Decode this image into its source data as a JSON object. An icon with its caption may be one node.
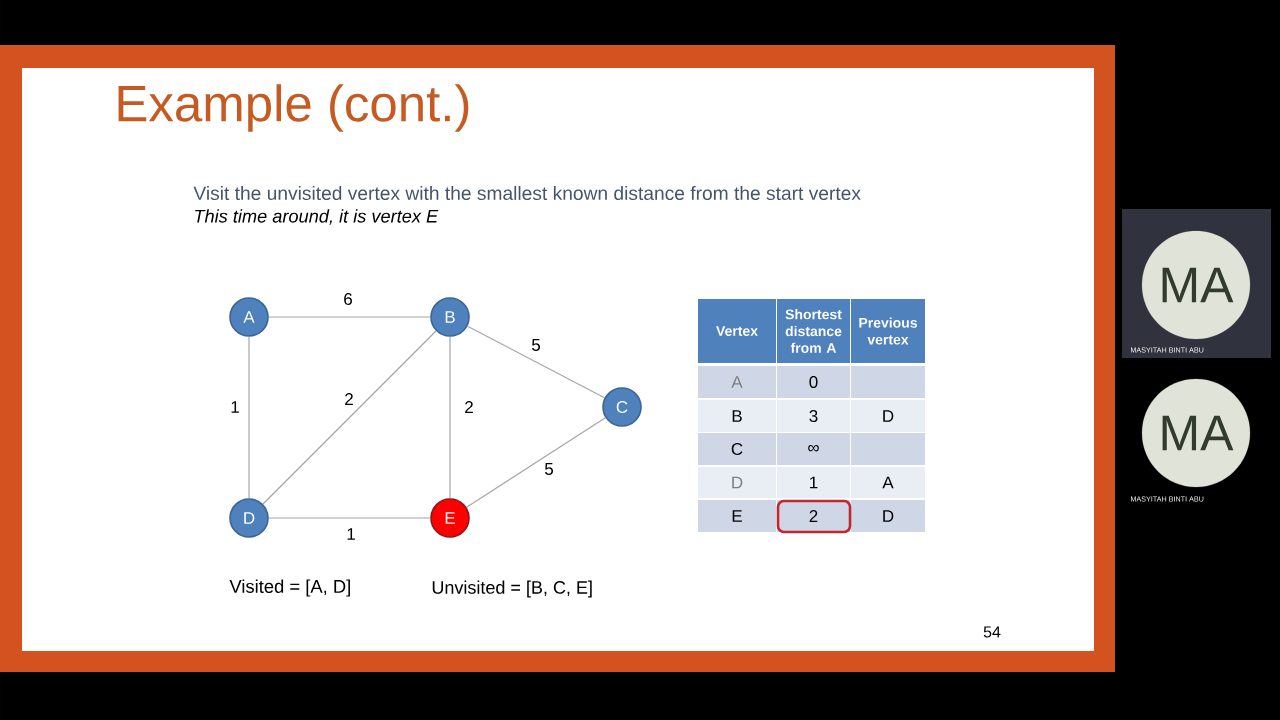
{
  "diagram": {
    "title": "Example (cont.)",
    "nodes": [
      {
        "text": [
          "A"
        ]
      },
      {
        "text": [
          "B"
        ]
      },
      {
        "text": [
          "C"
        ]
      },
      {
        "text": [
          "D"
        ]
      },
      {
        "text": [
          "E"
        ]
      },
      {
        "text": [
          "MA"
        ],
        "beside": [
          "MASYITAH BINTI ABU"
        ]
      },
      {
        "text": [
          "MA"
        ],
        "beside": [
          "MASYITAH BINTI ABU"
        ]
      }
    ],
    "edges": [
      {
        "from": 0,
        "to": 1,
        "arrow": "none",
        "label": "6"
      },
      {
        "from": 0,
        "to": 3,
        "arrow": "none",
        "label": "1"
      },
      {
        "from": 1,
        "to": 3,
        "arrow": "none",
        "label": "2"
      },
      {
        "from": 1,
        "to": 4,
        "arrow": "none",
        "label": "2"
      },
      {
        "from": 1,
        "to": 2,
        "arrow": "none",
        "label": "5"
      },
      {
        "from": 2,
        "to": 4,
        "arrow": "none",
        "label": "5"
      },
      {
        "from": 3,
        "to": 4,
        "arrow": "none",
        "label": "1"
      }
    ],
    "labels": [
      "Visit the unvisited vertex with the smallest known distance from the start vertex",
      "This time around, it is vertex E",
      "Vertex",
      "Shortest distance from A",
      "Previous vertex",
      "A",
      "0",
      "B",
      "3",
      "D",
      "C",
      "∞",
      "D",
      "1",
      "A",
      "E",
      "2",
      "D",
      "Visited = [A, D]",
      "Unvisited = [B, C, E]",
      "54"
    ]
  }
}
